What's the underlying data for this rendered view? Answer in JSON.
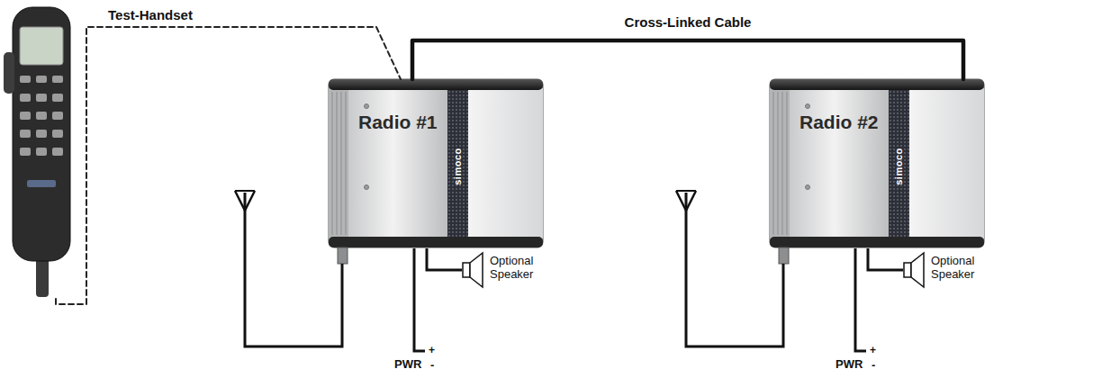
{
  "diagram": {
    "nodes": [
      {
        "text": [
          "Test-Handset"
        ]
      },
      {
        "text": [
          "Radio #1"
        ]
      },
      {
        "text": [
          "Radio #2"
        ]
      }
    ],
    "edges": [
      {
        "from": 0,
        "to": 1,
        "arrow": "none"
      },
      {
        "from": 1,
        "to": 2,
        "label": "Cross-Linked Cable",
        "arrow": "none"
      }
    ],
    "labels": [
      "simoco",
      "Optional Speaker",
      "PWR",
      "+",
      "-",
      "simoco",
      "Optional Speaker",
      "PWR",
      "+",
      "-"
    ]
  }
}
